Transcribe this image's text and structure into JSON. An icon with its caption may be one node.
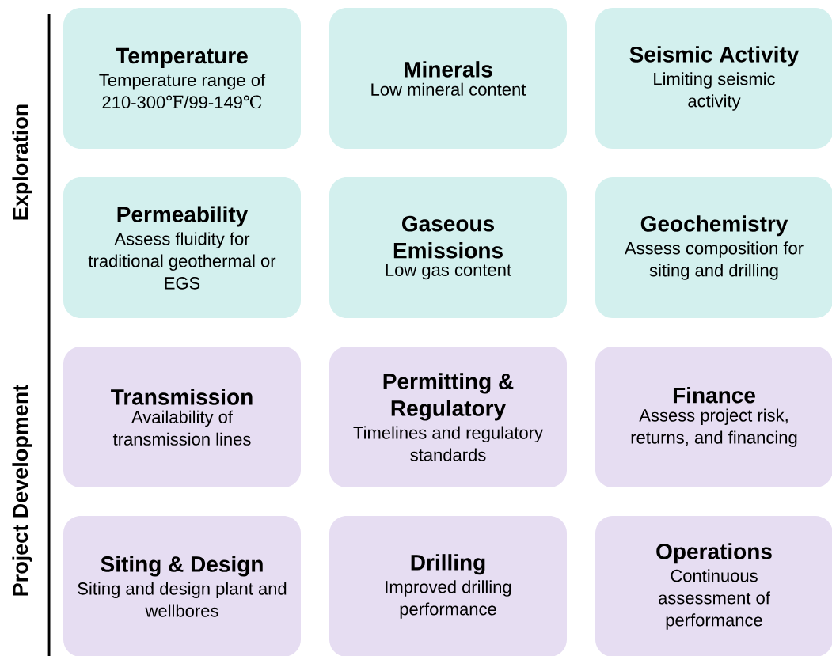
{
  "diagram": {
    "nodes": [
      {
        "text": [
          "Temperature",
          "Temperature range of 210-300℉/99-149℃"
        ]
      },
      {
        "text": [
          "Minerals",
          "Low mineral content"
        ]
      },
      {
        "text": [
          "Seismic Activity",
          "Limiting seismic activity"
        ]
      },
      {
        "text": [
          "Permeability",
          "Assess fluidity for traditional geothermal or EGS"
        ]
      },
      {
        "text": [
          "Gaseous Emissions",
          "Low gas content"
        ]
      },
      {
        "text": [
          "Geochemistry",
          "Assess composition for siting and drilling"
        ]
      },
      {
        "text": [
          "Transmission",
          "Availability of transmission lines"
        ]
      },
      {
        "text": [
          "Permitting & Regulatory",
          "Timelines and regulatory standards"
        ]
      },
      {
        "text": [
          "Finance",
          "Assess project risk, returns, and financing"
        ]
      },
      {
        "text": [
          "Siting & Design",
          "Siting and design plant and wellbores"
        ]
      },
      {
        "text": [
          "Drilling",
          "Improved drilling performance"
        ]
      },
      {
        "text": [
          "Operations",
          "Continuous assessment of performance"
        ]
      }
    ],
    "labels": [
      "Exploration",
      "Project Development"
    ]
  }
}
